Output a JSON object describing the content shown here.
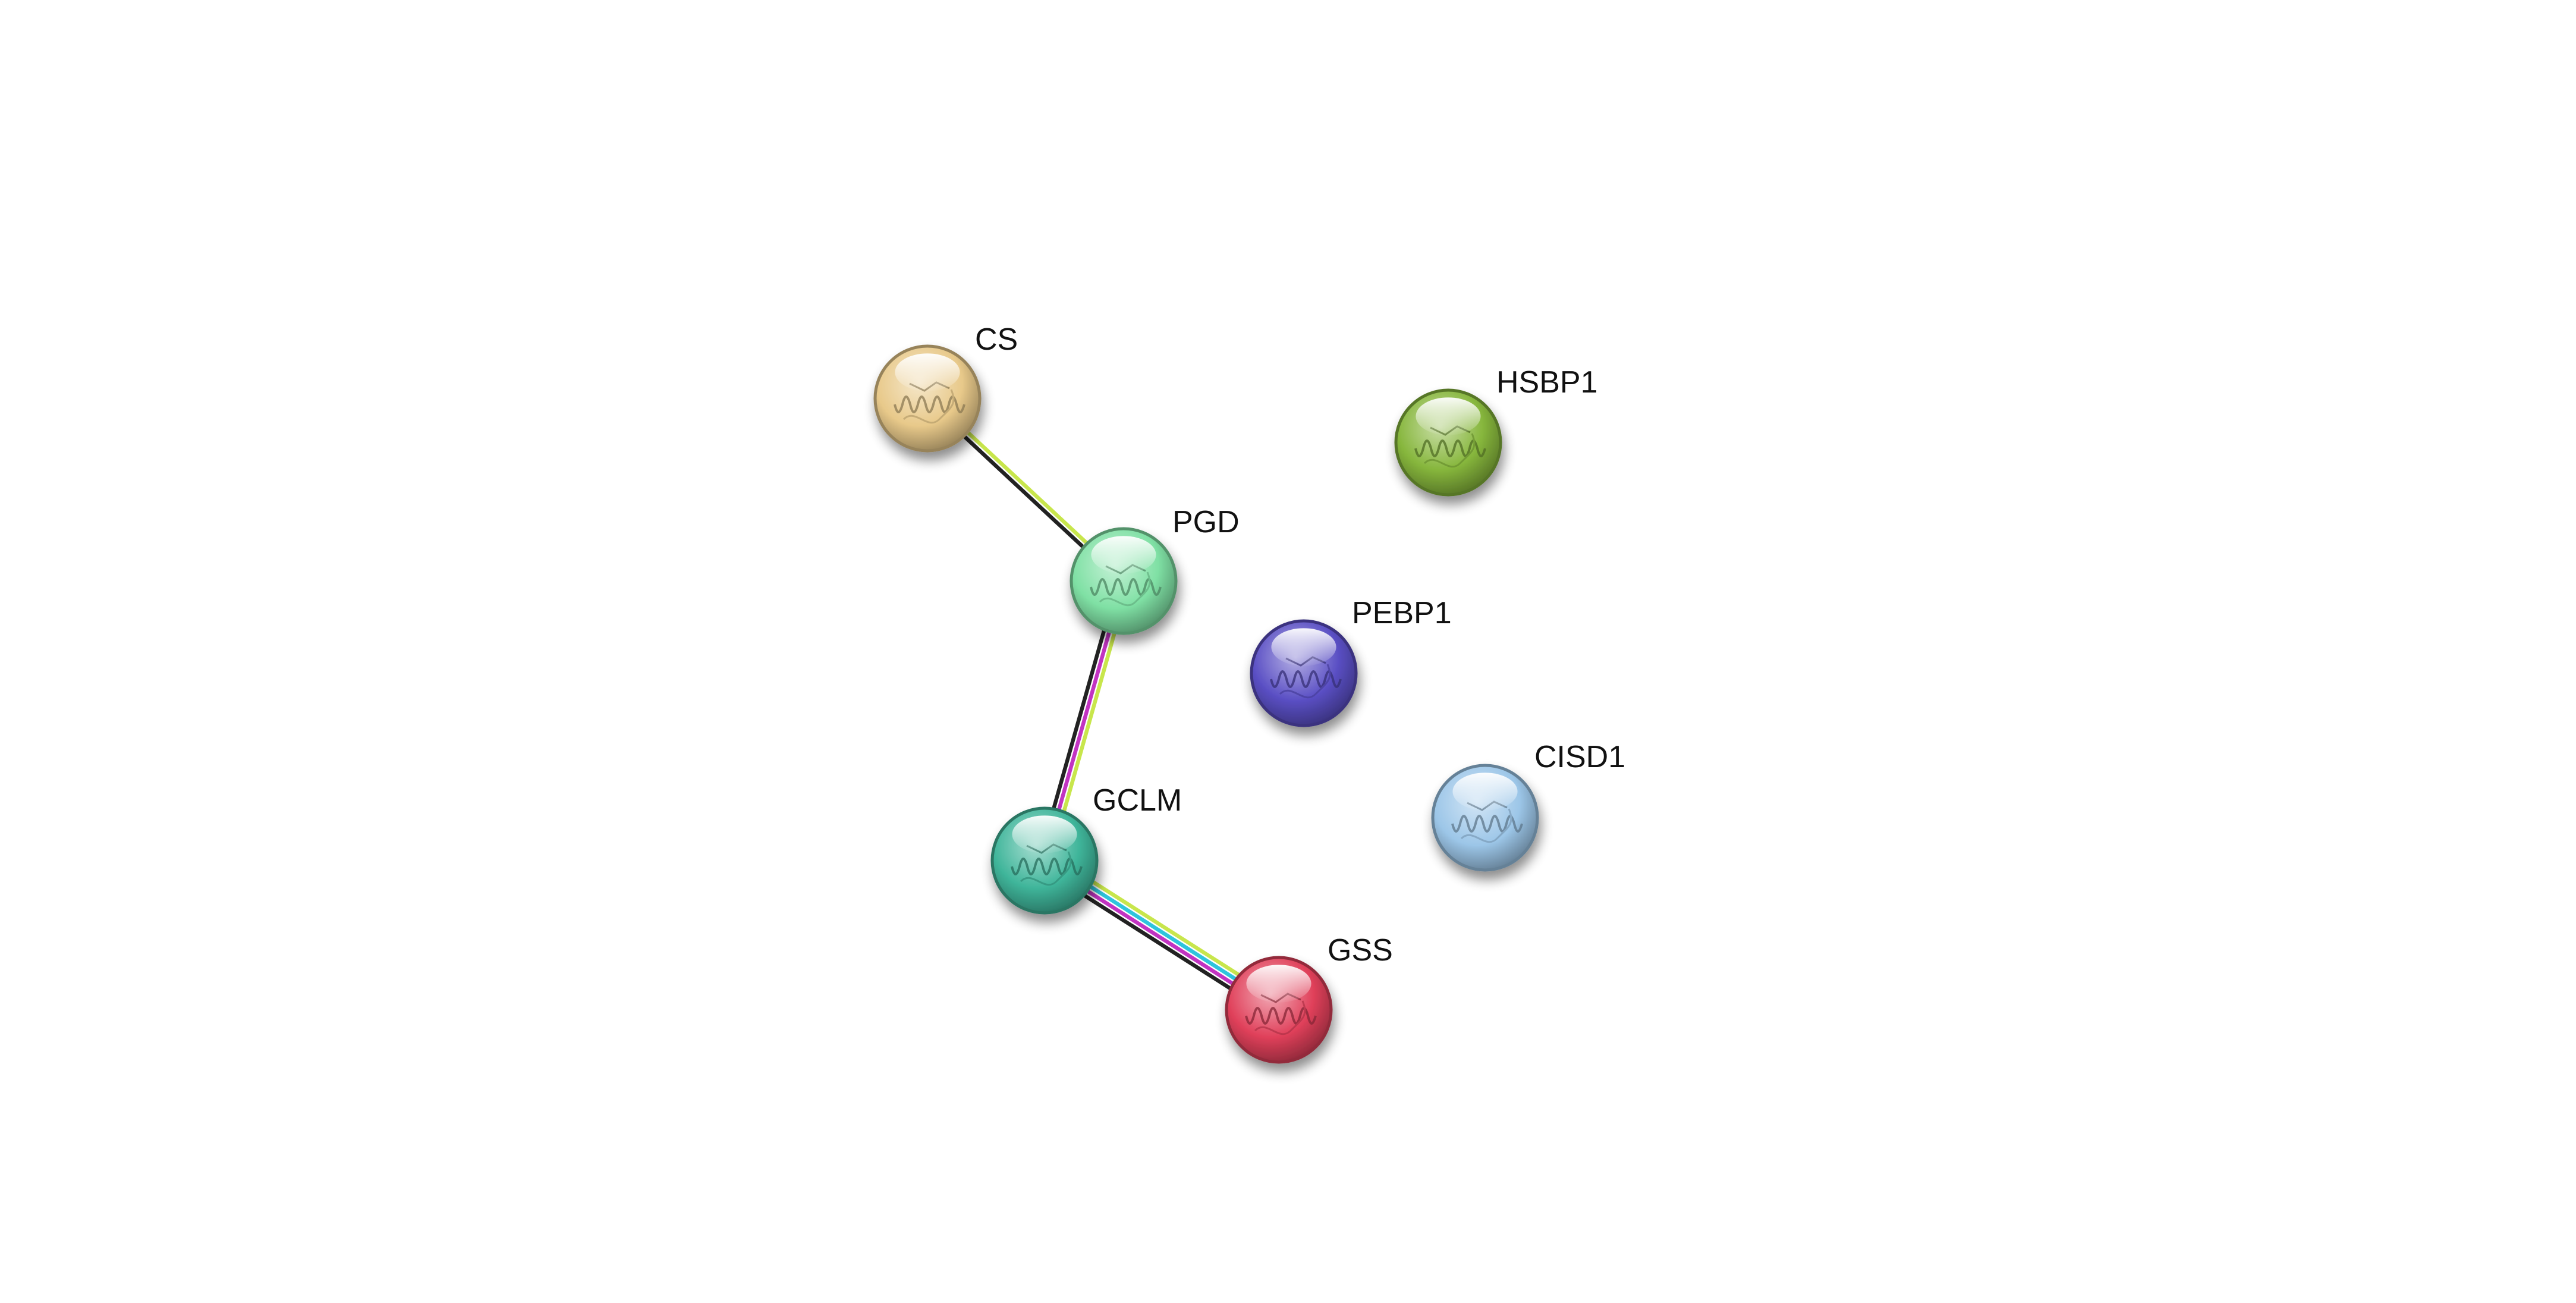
{
  "network": {
    "nodes": [
      {
        "id": "CS",
        "label": "CS",
        "color": "#e8c98a",
        "icon": "protein-structure-icon"
      },
      {
        "id": "HSBP1",
        "label": "HSBP1",
        "color": "#86b63c",
        "icon": "protein-structure-icon"
      },
      {
        "id": "PGD",
        "label": "PGD",
        "color": "#7fe0a4",
        "icon": "protein-structure-icon"
      },
      {
        "id": "PEBP1",
        "label": "PEBP1",
        "color": "#5a4fc4",
        "icon": "protein-structure-icon"
      },
      {
        "id": "CISD1",
        "label": "CISD1",
        "color": "#9cc6e8",
        "icon": "protein-structure-icon"
      },
      {
        "id": "GCLM",
        "label": "GCLM",
        "color": "#3fb59a",
        "icon": "protein-structure-icon"
      },
      {
        "id": "GSS",
        "label": "GSS",
        "color": "#e0405a",
        "icon": "protein-structure-icon"
      }
    ],
    "edges": [
      {
        "source": "CS",
        "target": "PGD",
        "evidence_colors": [
          "#c8e64c",
          "#222222"
        ]
      },
      {
        "source": "PGD",
        "target": "GCLM",
        "evidence_colors": [
          "#c8e64c",
          "#c233c2",
          "#222222"
        ]
      },
      {
        "source": "GCLM",
        "target": "GSS",
        "evidence_colors": [
          "#c8e64c",
          "#2ec4dd",
          "#c233c2",
          "#222222"
        ]
      }
    ]
  }
}
